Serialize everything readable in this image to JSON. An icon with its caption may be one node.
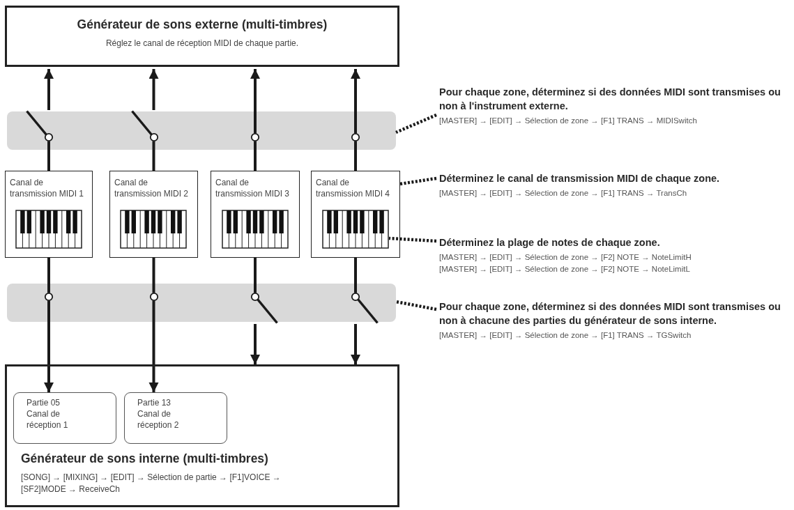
{
  "diagram": {
    "nodes": [
      {
        "text": [
          "Générateur de sons externe (multi-timbres)",
          "Réglez le canal de réception MIDI de chaque partie."
        ]
      },
      {
        "text": [],
        "shape": "bar"
      },
      {
        "text": [],
        "shape": "switch",
        "in": 1
      },
      {
        "text": [],
        "shape": "switch",
        "in": 1
      },
      {
        "text": [],
        "shape": "switch",
        "in": 1
      },
      {
        "text": [],
        "shape": "switch",
        "in": 1
      },
      {
        "text": [
          "Pour chaque zone, déterminez si des données MIDI sont transmises ou non à l'instrument externe.",
          "[MASTER] → [EDIT] → Sélection de zone → [F1] TRANS → MIDISwitch"
        ]
      },
      {
        "text": [
          "Canal de transmission MIDI 1"
        ]
      },
      {
        "text": [],
        "shape": "keyboard",
        "in": 7
      },
      {
        "text": [
          "Canal de transmission MIDI 2"
        ]
      },
      {
        "text": [],
        "shape": "keyboard",
        "in": 9
      },
      {
        "text": [
          "Canal de transmission MIDI 3"
        ]
      },
      {
        "text": [],
        "shape": "keyboard",
        "in": 11
      },
      {
        "text": [
          "Canal de transmission MIDI 4"
        ]
      },
      {
        "text": [],
        "shape": "keyboard",
        "in": 13
      },
      {
        "text": [
          "Déterminez le canal de transmission MIDI de chaque zone.",
          "[MASTER] → [EDIT] → Sélection de zone → [F1] TRANS → TransCh"
        ]
      },
      {
        "text": [
          "Déterminez la plage de notes de chaque zone.",
          "[MASTER] → [EDIT] → Sélection de zone → [F2] NOTE → NoteLimitH",
          "[MASTER] → [EDIT] → Sélection de zone → [F2] NOTE → NoteLimitL"
        ]
      },
      {
        "text": [],
        "shape": "bar"
      },
      {
        "text": [],
        "shape": "switch",
        "in": 17
      },
      {
        "text": [],
        "shape": "switch",
        "in": 17
      },
      {
        "text": [],
        "shape": "switch",
        "in": 17
      },
      {
        "text": [],
        "shape": "switch",
        "in": 17
      },
      {
        "text": [
          "Pour chaque zone, déterminez si des données MIDI sont transmises ou non à chacune des parties du générateur de sons interne.",
          "[MASTER] → [EDIT] → Sélection de zone → [F1] TRANS → TGSwitch"
        ]
      },
      {
        "text": [
          "Générateur de sons interne (multi-timbres)",
          "[SONG] → [MIXING] → [EDIT] → Sélection de partie → [F1]VOICE → [SF2]MODE → ReceiveCh"
        ]
      },
      {
        "text": [
          "Partie 05 Canal de réception 1"
        ],
        "in": 23
      },
      {
        "text": [
          "Partie 13 Canal de réception 2"
        ],
        "in": 23
      }
    ],
    "edges": [
      {
        "from": 7,
        "to": 2,
        "arrow": "none"
      },
      {
        "from": 2,
        "to": 0,
        "arrow": "to"
      },
      {
        "from": 9,
        "to": 3,
        "arrow": "none"
      },
      {
        "from": 3,
        "to": 0,
        "arrow": "to"
      },
      {
        "from": 11,
        "to": 4,
        "arrow": "none"
      },
      {
        "from": 4,
        "to": 0,
        "arrow": "to"
      },
      {
        "from": 13,
        "to": 5,
        "arrow": "none"
      },
      {
        "from": 5,
        "to": 0,
        "arrow": "to"
      },
      {
        "from": 7,
        "to": 18,
        "arrow": "none"
      },
      {
        "from": 18,
        "to": 24,
        "arrow": "to"
      },
      {
        "from": 9,
        "to": 19,
        "arrow": "none"
      },
      {
        "from": 19,
        "to": 25,
        "arrow": "to"
      },
      {
        "from": 11,
        "to": 20,
        "arrow": "none"
      },
      {
        "from": 20,
        "to": 23,
        "arrow": "to"
      },
      {
        "from": 13,
        "to": 21,
        "arrow": "none"
      },
      {
        "from": 21,
        "to": 23,
        "arrow": "to"
      },
      {
        "from": 6,
        "to": 1,
        "arrow": "none",
        "style": "dashed"
      },
      {
        "from": 15,
        "to": 13,
        "arrow": "none",
        "style": "dashed"
      },
      {
        "from": 16,
        "to": 14,
        "arrow": "none",
        "style": "dashed"
      },
      {
        "from": 22,
        "to": 17,
        "arrow": "none",
        "style": "dashed"
      }
    ]
  }
}
